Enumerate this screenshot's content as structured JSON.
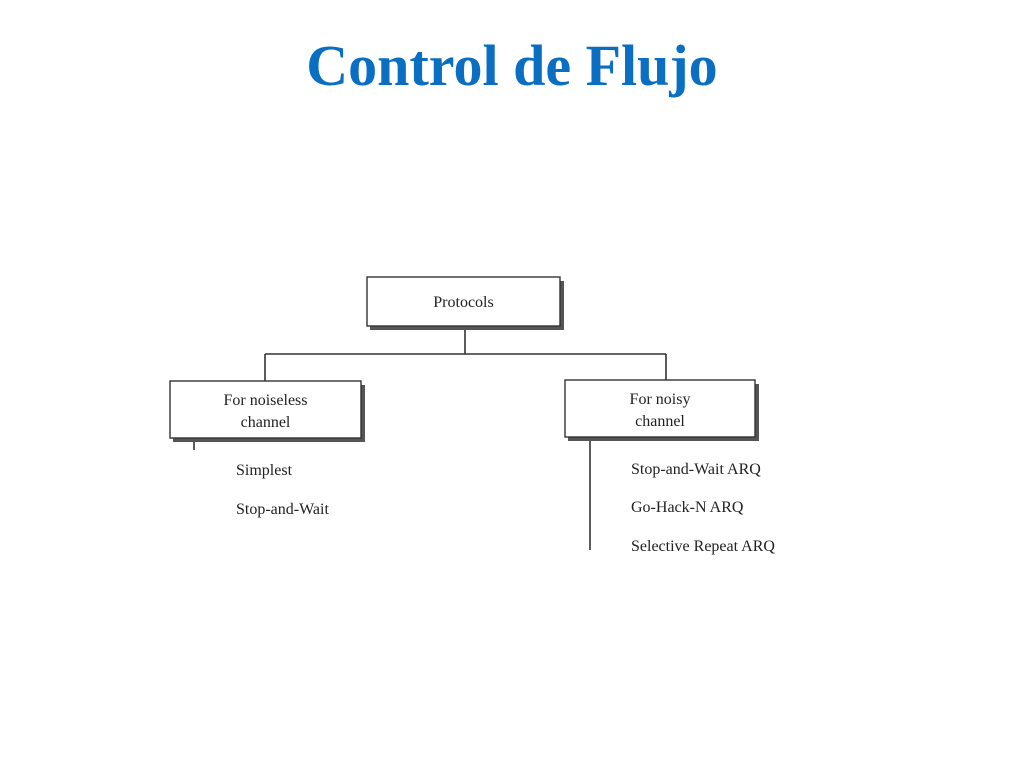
{
  "slide": {
    "title": "Control de Flujo"
  },
  "diagram": {
    "root": {
      "label": "Protocols"
    },
    "branches": [
      {
        "label_line1": "For noiseless",
        "label_line2": "channel",
        "items": [
          "Simplest",
          "Stop-and-Wait"
        ]
      },
      {
        "label_line1": "For noisy",
        "label_line2": "channel",
        "items": [
          "Stop-and-Wait ARQ",
          "Go-Hack-N ARQ",
          "Selective Repeat ARQ"
        ]
      }
    ]
  },
  "colors": {
    "title": "#0a6fc2",
    "text": "#222222",
    "line": "#333333"
  }
}
